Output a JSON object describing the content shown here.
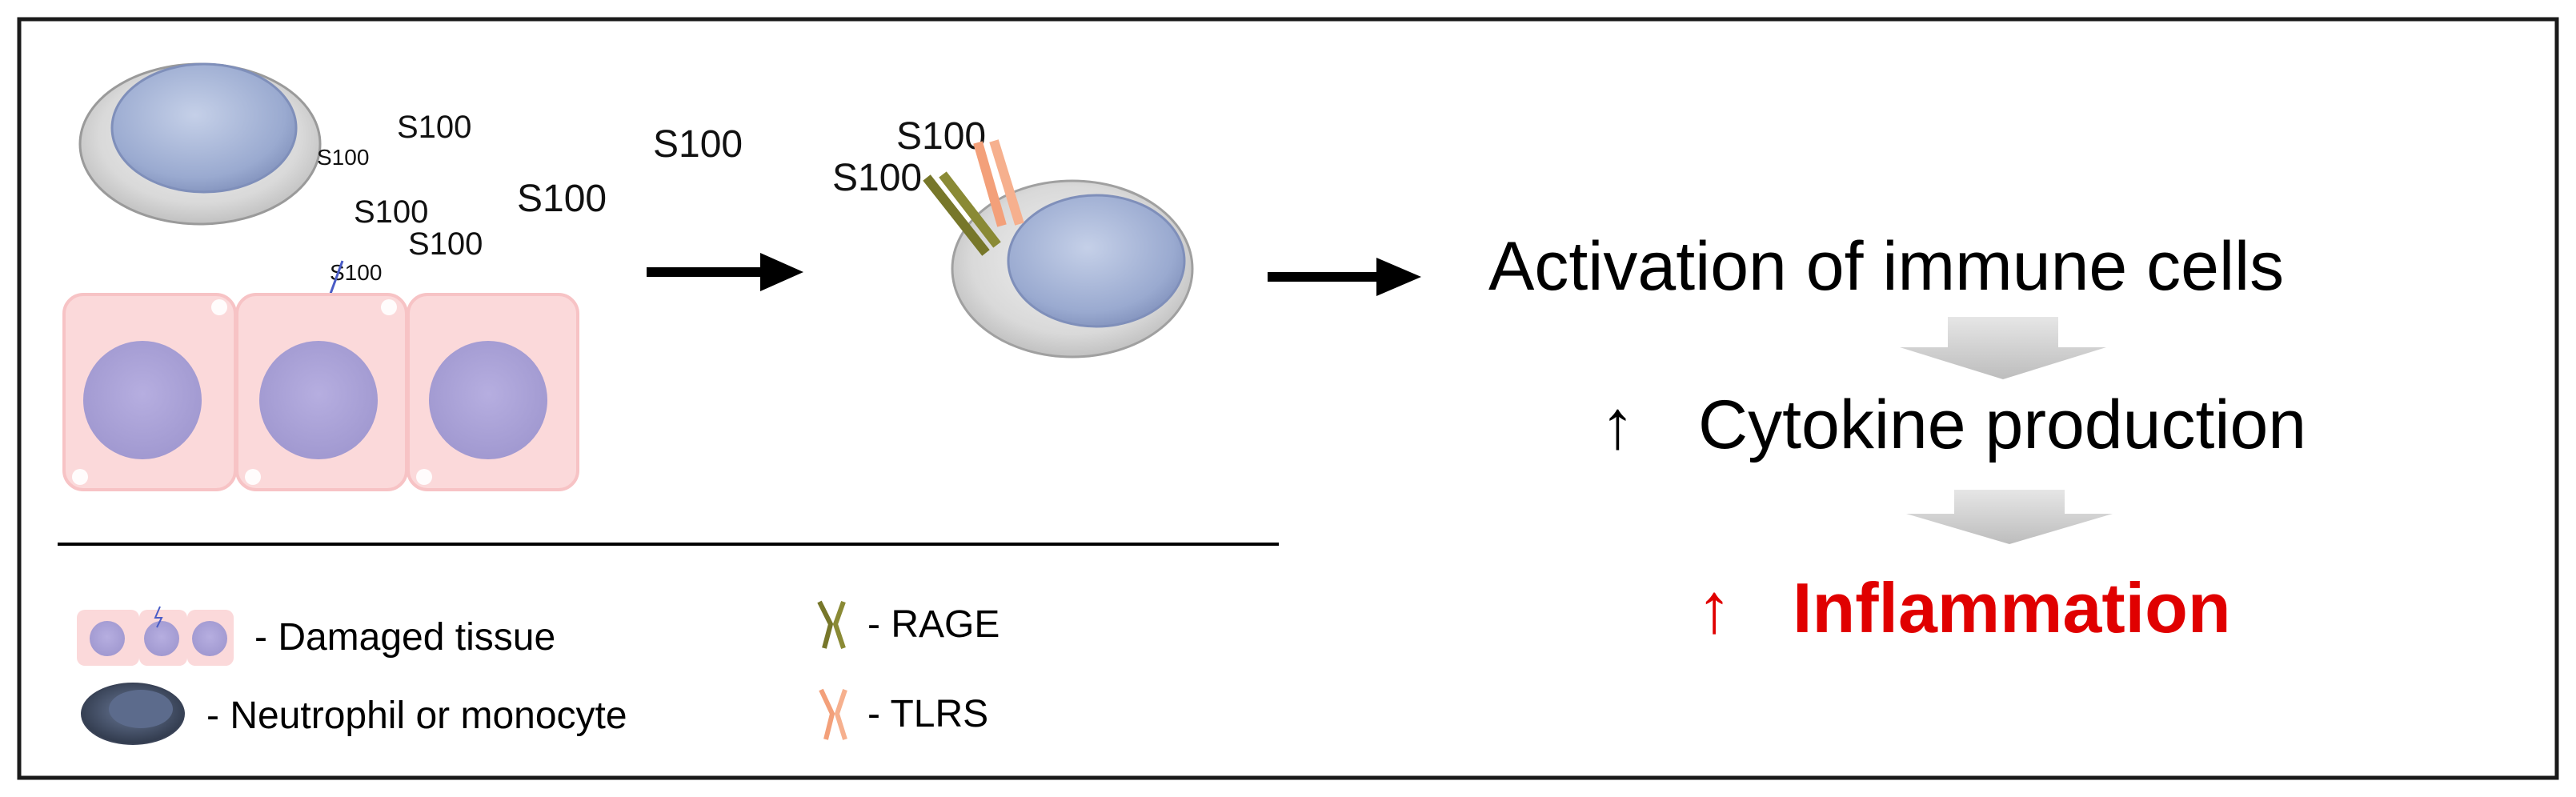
{
  "s100_labels": [
    "S100",
    "S100",
    "S100",
    "S100",
    "S100",
    "S100",
    "S100",
    "S100",
    "S100"
  ],
  "flow": {
    "step1": "Activation of immune cells",
    "step2_arrow": "↑",
    "step2": "Cytokine production",
    "step3_arrow": "↑",
    "step3": "Inflammation"
  },
  "legend": {
    "damaged": "- Damaged tissue",
    "immune_cell": "- Neutrophil or monocyte",
    "rage": "- RAGE",
    "tlrs": "- TLRS"
  },
  "colors": {
    "tissue_fill": "#fbd9da",
    "nucleus": "#a9a3d6",
    "receptor_rage": "#7a7a2a",
    "receptor_tlrs": "#f5a37a",
    "highlight": "#e00000"
  }
}
